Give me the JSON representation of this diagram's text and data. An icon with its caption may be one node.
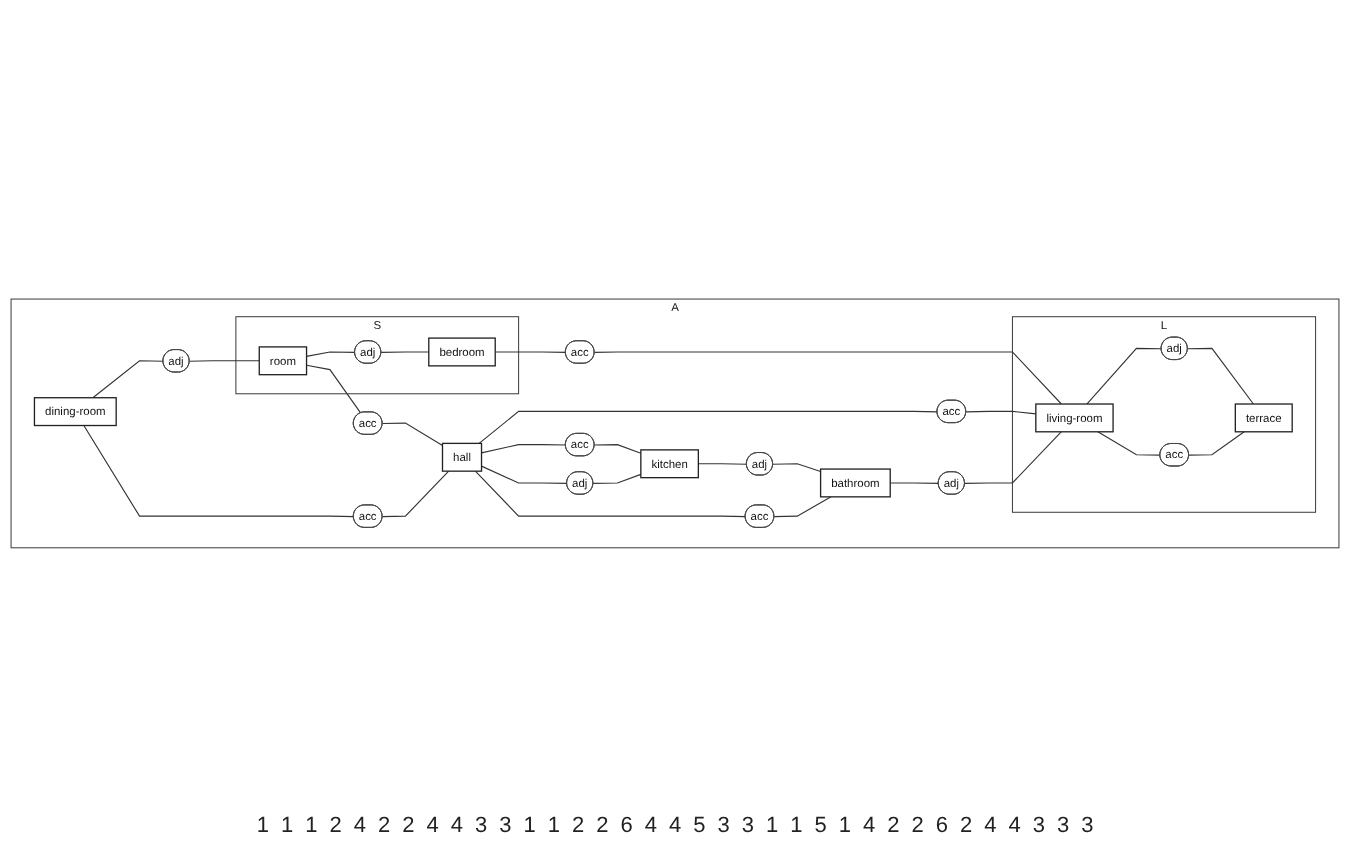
{
  "diagram": {
    "nodes": [
      {
        "text": [
          "A"
        ]
      },
      {
        "text": [
          "S"
        ],
        "in": 0
      },
      {
        "text": [
          "L"
        ],
        "in": 0
      },
      {
        "text": [
          "dining-room"
        ],
        "in": 0
      },
      {
        "text": [
          "adj"
        ],
        "in": 0
      },
      {
        "text": [
          "room"
        ],
        "in": 1
      },
      {
        "text": [
          "adj"
        ],
        "in": 1
      },
      {
        "text": [
          "bedroom"
        ],
        "in": 1
      },
      {
        "text": [
          "acc"
        ],
        "in": 0
      },
      {
        "text": [
          "acc"
        ],
        "in": 0
      },
      {
        "text": [
          "acc"
        ],
        "in": 0
      },
      {
        "text": [
          "hall"
        ],
        "in": 0
      },
      {
        "text": [
          "acc"
        ],
        "in": 0
      },
      {
        "text": [
          "living-room"
        ],
        "in": 2
      },
      {
        "text": [
          "acc"
        ],
        "in": 0
      },
      {
        "text": [
          "adj"
        ],
        "in": 0
      },
      {
        "text": [
          "acc"
        ],
        "in": 0
      },
      {
        "text": [
          "adj"
        ],
        "in": 0
      },
      {
        "text": [
          "adj"
        ],
        "in": 2
      },
      {
        "text": [
          "acc"
        ],
        "in": 2
      },
      {
        "text": [
          "kitchen"
        ],
        "in": 0
      },
      {
        "text": [
          "adj"
        ],
        "in": 0
      },
      {
        "text": [
          "bathroom"
        ],
        "in": 0
      },
      {
        "text": [
          "terrace"
        ],
        "in": 2
      }
    ],
    "edges": [
      {
        "from": 3,
        "to": 4,
        "arrow": "none"
      },
      {
        "from": 4,
        "to": 5,
        "arrow": "none"
      },
      {
        "from": 5,
        "to": 6,
        "arrow": "none"
      },
      {
        "from": 6,
        "to": 7,
        "arrow": "none"
      },
      {
        "from": 3,
        "to": 8,
        "arrow": "none"
      },
      {
        "from": 8,
        "to": 11,
        "arrow": "none"
      },
      {
        "from": 5,
        "to": 9,
        "arrow": "none"
      },
      {
        "from": 9,
        "to": 11,
        "arrow": "none"
      },
      {
        "from": 7,
        "to": 10,
        "arrow": "none"
      },
      {
        "from": 10,
        "to": 13,
        "arrow": "none"
      },
      {
        "from": 11,
        "to": 12,
        "arrow": "none"
      },
      {
        "from": 12,
        "to": 13,
        "arrow": "none"
      },
      {
        "from": 11,
        "to": 14,
        "arrow": "none"
      },
      {
        "from": 14,
        "to": 20,
        "arrow": "none"
      },
      {
        "from": 11,
        "to": 15,
        "arrow": "none"
      },
      {
        "from": 15,
        "to": 20,
        "arrow": "none"
      },
      {
        "from": 11,
        "to": 16,
        "arrow": "none"
      },
      {
        "from": 16,
        "to": 22,
        "arrow": "none"
      },
      {
        "from": 20,
        "to": 21,
        "arrow": "none"
      },
      {
        "from": 21,
        "to": 22,
        "arrow": "none"
      },
      {
        "from": 22,
        "to": 17,
        "arrow": "none"
      },
      {
        "from": 17,
        "to": 13,
        "arrow": "none"
      },
      {
        "from": 13,
        "to": 18,
        "arrow": "none"
      },
      {
        "from": 18,
        "to": 23,
        "arrow": "none"
      },
      {
        "from": 13,
        "to": 19,
        "arrow": "none"
      },
      {
        "from": 19,
        "to": 23,
        "arrow": "none"
      }
    ],
    "labels": [
      "1",
      "1",
      "1",
      "2",
      "4",
      "2",
      "2",
      "4",
      "4",
      "3",
      "3",
      "1",
      "1",
      "2",
      "2",
      "6",
      "4",
      "4",
      "5",
      "3",
      "3",
      "1",
      "1",
      "5",
      "1",
      "4",
      "2",
      "2",
      "6",
      "2",
      "4",
      "4",
      "3",
      "3",
      "3"
    ]
  }
}
